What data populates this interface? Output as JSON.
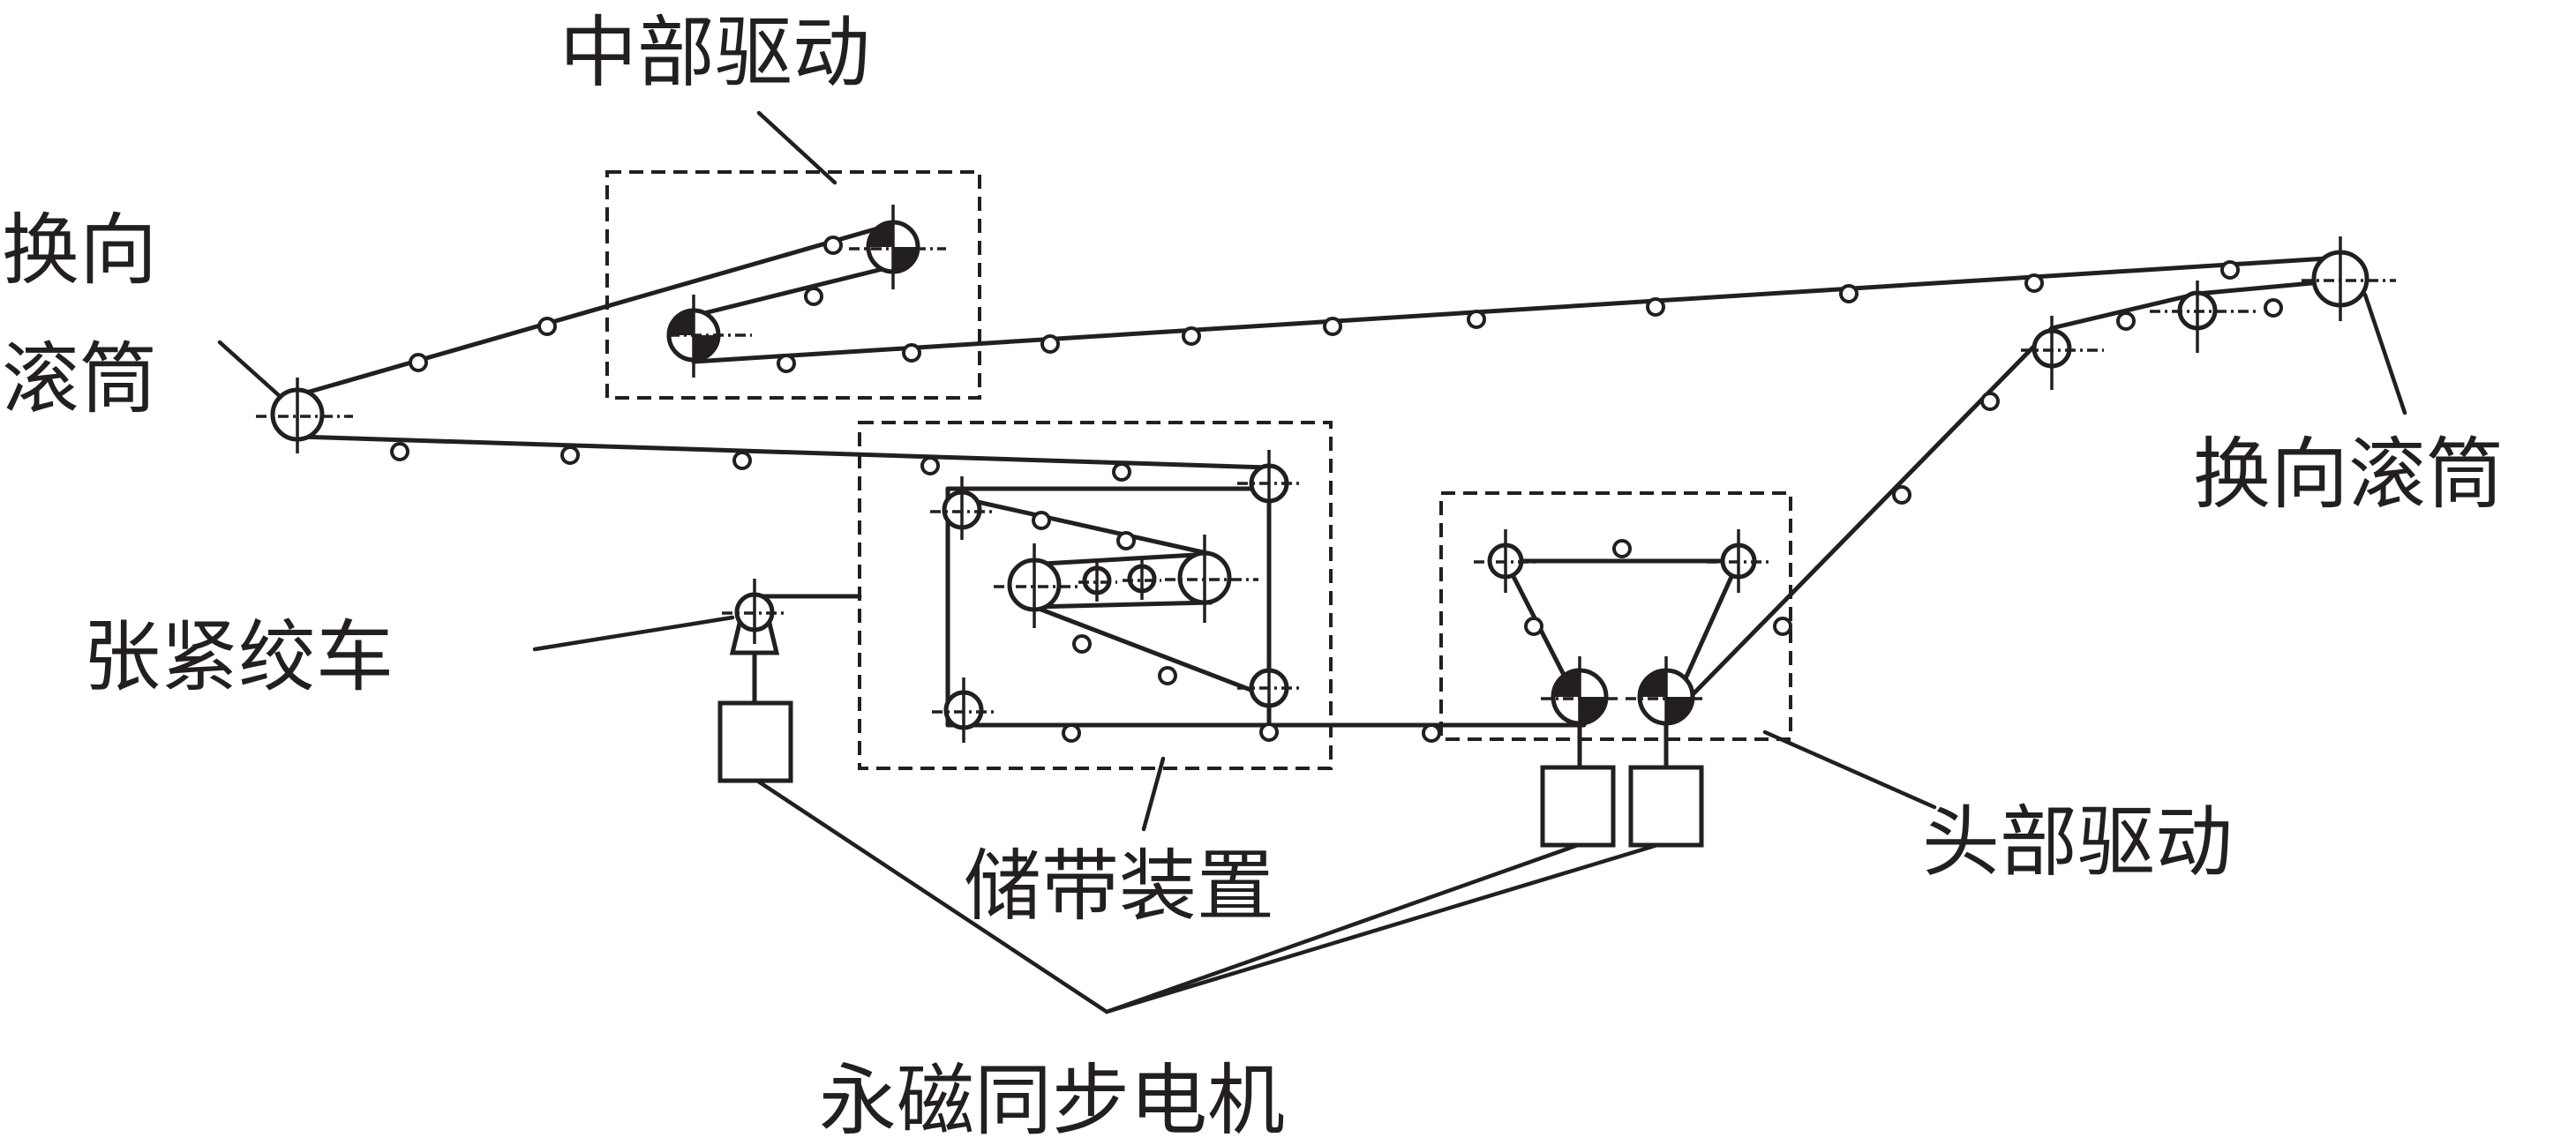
{
  "labels": {
    "middle_drive": "中部驱动",
    "bend_pulley_left_line1": "换向",
    "bend_pulley_left_line2": "滚筒",
    "bend_pulley_right": "换向滚筒",
    "tension_winch": "张紧绞车",
    "belt_storage": "储带装置",
    "head_drive": "头部驱动",
    "pmsm": "永磁同步电机"
  },
  "colors": {
    "ink": "#231f20",
    "background": "#ffffff"
  }
}
